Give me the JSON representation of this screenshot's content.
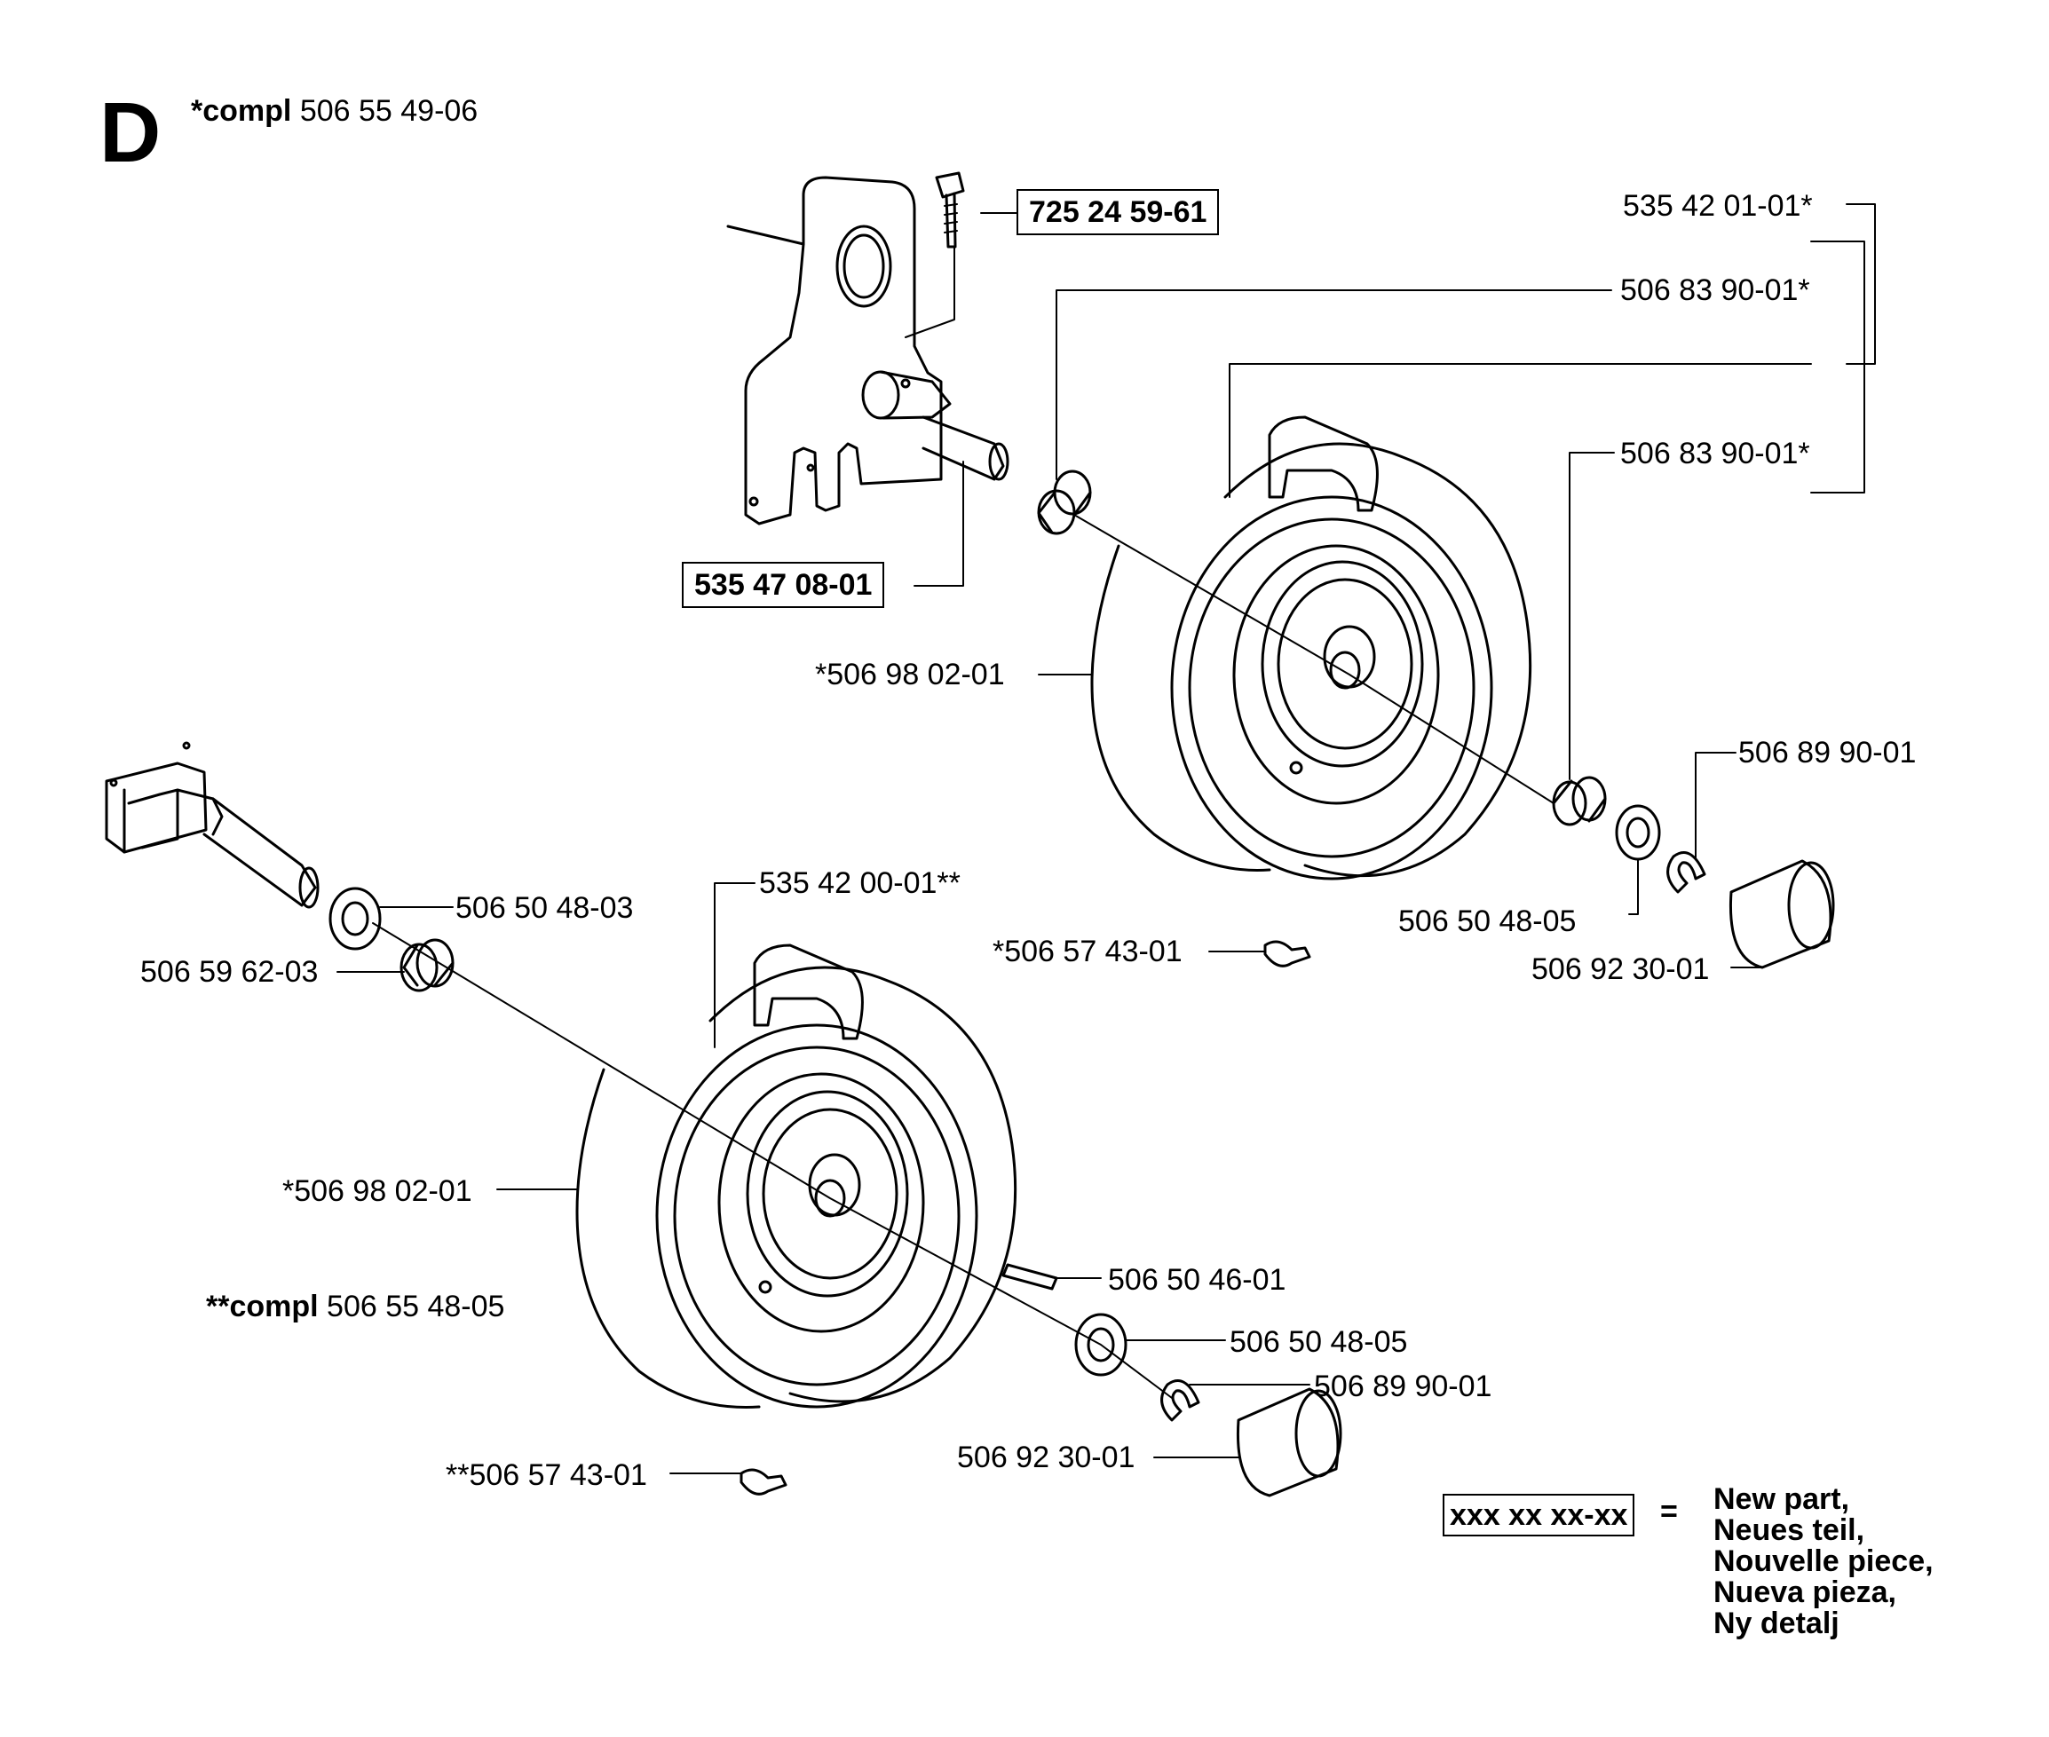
{
  "section_letter": "D",
  "top_assembly": {
    "prefix": "*compl",
    "part": "506 55 49-06"
  },
  "bottom_assembly": {
    "prefix": "**compl",
    "part": "506 55 48-05"
  },
  "parts": {
    "bolt": "725 24 59-61",
    "axle_top": "535 47 08-01",
    "kit_top": "535 42 01-01*",
    "bushing_top_a": "506 83 90-01*",
    "bushing_top_b": "506 83 90-01*",
    "tire_top": "*506 98 02-01",
    "clip_top": "506 89 90-01",
    "washer_top": "506 50 48-05",
    "valve_top": "*506 57 43-01",
    "cap_top": "506 92 30-01",
    "kit_bottom": "535 42 00-01**",
    "washer_bottom_inner": "506 50 48-03",
    "bushing_bottom": "506 59 62-03",
    "tire_bottom": "*506 98 02-01",
    "key_bottom": "506 50 46-01",
    "washer_bottom_outer": "506 50 48-05",
    "clip_bottom": "506 89 90-01",
    "cap_bottom": "506 92 30-01",
    "valve_bottom": "**506 57 43-01"
  },
  "legend": {
    "placeholder": "xxx xx xx-xx",
    "equals": "=",
    "lines": [
      "New part,",
      "Neues teil,",
      "Nouvelle piece,",
      "Nueva pieza,",
      "Ny detalj"
    ]
  }
}
